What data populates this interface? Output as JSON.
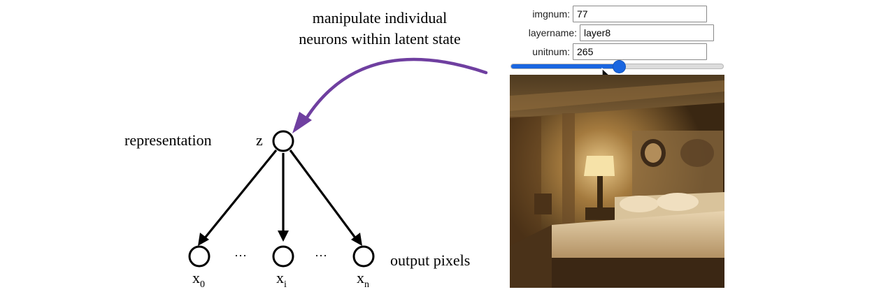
{
  "annotation": {
    "line1": "manipulate individual",
    "line2": "neurons within latent state",
    "arrow_color": "#6f3fa0"
  },
  "graph": {
    "representation_label": "representation",
    "latent_node": "z",
    "output_label": "output pixels",
    "ellipsis_left": "···",
    "ellipsis_right": "···",
    "outputs": [
      {
        "base": "x",
        "sub": "0"
      },
      {
        "base": "x",
        "sub": "i"
      },
      {
        "base": "x",
        "sub": "n"
      }
    ]
  },
  "controls": {
    "imgnum": {
      "label": "imgnum:",
      "value": "77"
    },
    "layername": {
      "label": "layername:",
      "value": "layer8"
    },
    "unitnum": {
      "label": "unitnum:",
      "value": "265"
    },
    "slider": {
      "fraction": 0.51,
      "color": "#1a66e0"
    }
  },
  "image": {
    "subject": "generated bedroom scene with lamp, bed and painting"
  }
}
